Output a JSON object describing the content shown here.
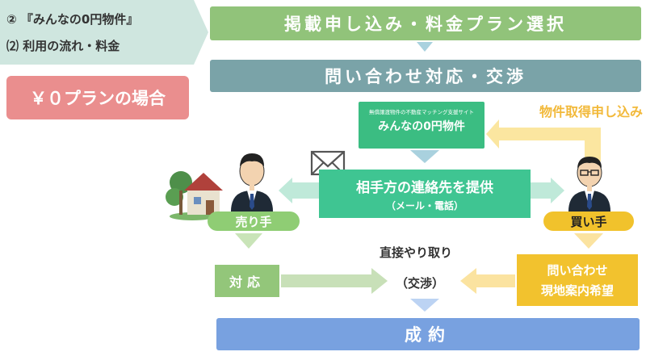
{
  "header_tab": {
    "line1": "② 『みんなの0円物件』",
    "line2": "⑵ 利用の流れ・料金"
  },
  "plan_badge": "￥０プランの場合",
  "steps": {
    "step1": "掲載申し込み・料金プラン選択",
    "step2": "問い合わせ対応・交渉",
    "final": "成約"
  },
  "logo": {
    "small_text": "無償譲渡物件の不動産マッチング支援サイト",
    "main_text": "みんなの0円物件"
  },
  "provide_contact": {
    "main": "相手方の連絡先を提供",
    "sub": "（メール・電話）"
  },
  "seller_label": "売り手",
  "buyer_label": "買い手",
  "buy_apply_label": "物件取得申し込み",
  "response_label": "対応",
  "inquiry": {
    "line1": "問い合わせ",
    "line2": "現地案内希望"
  },
  "direct_exchange": "直接やり取り",
  "negotiation": "（交渉）",
  "colors": {
    "tab": "#cfe6df",
    "plan_badge": "#ea8e8e",
    "step1": "#91c37a",
    "step2": "#7aa3a8",
    "final": "#78a1e0",
    "logo": "#3bbd82",
    "provide": "#3fc592",
    "seller": "#8fcd74",
    "buyer": "#f1c22c"
  },
  "icons": [
    "house-icon",
    "seller-person-icon",
    "buyer-person-icon",
    "envelope-icon"
  ]
}
